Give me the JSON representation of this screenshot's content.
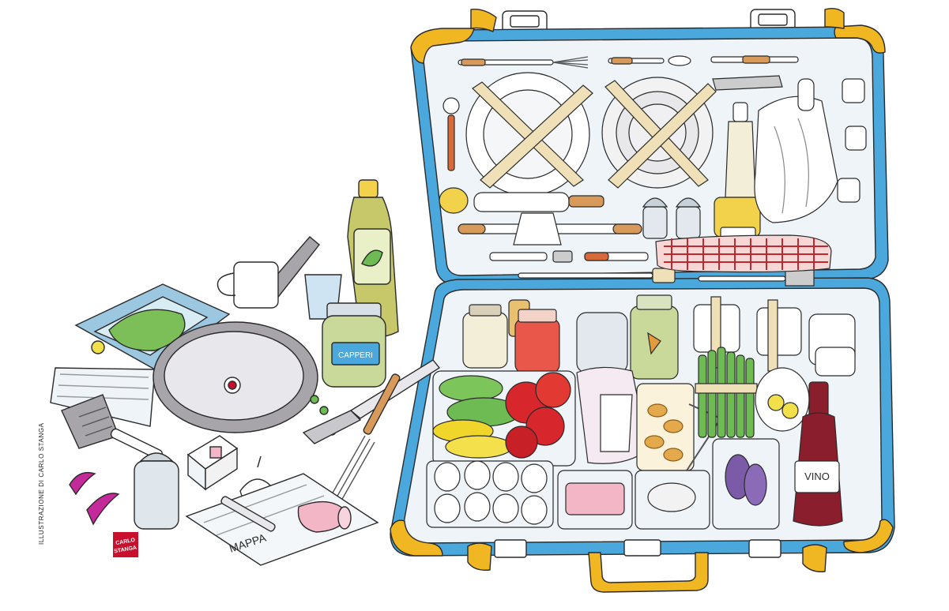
{
  "credit": "ILLUSTRAZIONE DI CARLO STANGA",
  "logo": {
    "line1": "CARLO",
    "line2": "STANGA"
  },
  "labels": {
    "capers_jar": "CAPPERI",
    "map": "MAPPA",
    "wine": "VINO"
  },
  "colors": {
    "suitcase_blue": "#4aa8dc",
    "suitcase_interior": "#eef4f8",
    "suitcase_yellow": "#f1b722",
    "pan_gray": "#a7a4aa",
    "oil_green": "#c7c86a",
    "tomato_red": "#d7272c",
    "asparagus_green": "#6dbb52",
    "pepper_yellow": "#f0d52a",
    "eggplant_purple": "#7b5aa8",
    "gingham_red": "#c0282f",
    "wine_red": "#8b1e2c",
    "logo_red": "#c8102e"
  }
}
